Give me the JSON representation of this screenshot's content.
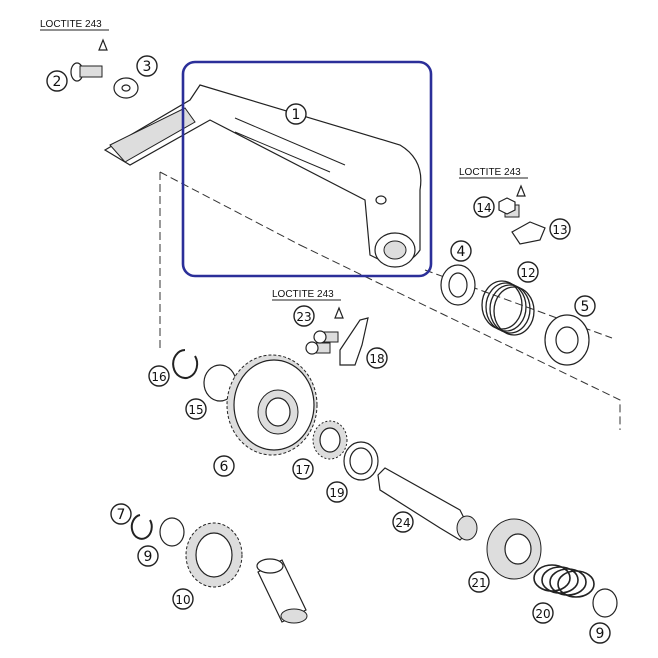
{
  "loctite": [
    {
      "id": "loctite-1",
      "text": "LOCTITE 243"
    },
    {
      "id": "loctite-2",
      "text": "LOCTITE 243"
    },
    {
      "id": "loctite-3",
      "text": "LOCTITE 243"
    }
  ],
  "callouts": [
    {
      "id": "c1",
      "label": "1"
    },
    {
      "id": "c2",
      "label": "2"
    },
    {
      "id": "c3",
      "label": "3"
    },
    {
      "id": "c4",
      "label": "4"
    },
    {
      "id": "c5",
      "label": "5"
    },
    {
      "id": "c6",
      "label": "6"
    },
    {
      "id": "c7",
      "label": "7"
    },
    {
      "id": "c9a",
      "label": "9"
    },
    {
      "id": "c9b",
      "label": "9"
    },
    {
      "id": "c10",
      "label": "10"
    },
    {
      "id": "c12",
      "label": "12"
    },
    {
      "id": "c13",
      "label": "13"
    },
    {
      "id": "c14",
      "label": "14"
    },
    {
      "id": "c15",
      "label": "15"
    },
    {
      "id": "c16",
      "label": "16"
    },
    {
      "id": "c17",
      "label": "17"
    },
    {
      "id": "c18",
      "label": "18"
    },
    {
      "id": "c19",
      "label": "19"
    },
    {
      "id": "c20",
      "label": "20"
    },
    {
      "id": "c21",
      "label": "21"
    },
    {
      "id": "c23",
      "label": "23"
    },
    {
      "id": "c24",
      "label": "24"
    }
  ],
  "colors": {
    "highlight": "#2b2f99",
    "line": "#222222"
  }
}
